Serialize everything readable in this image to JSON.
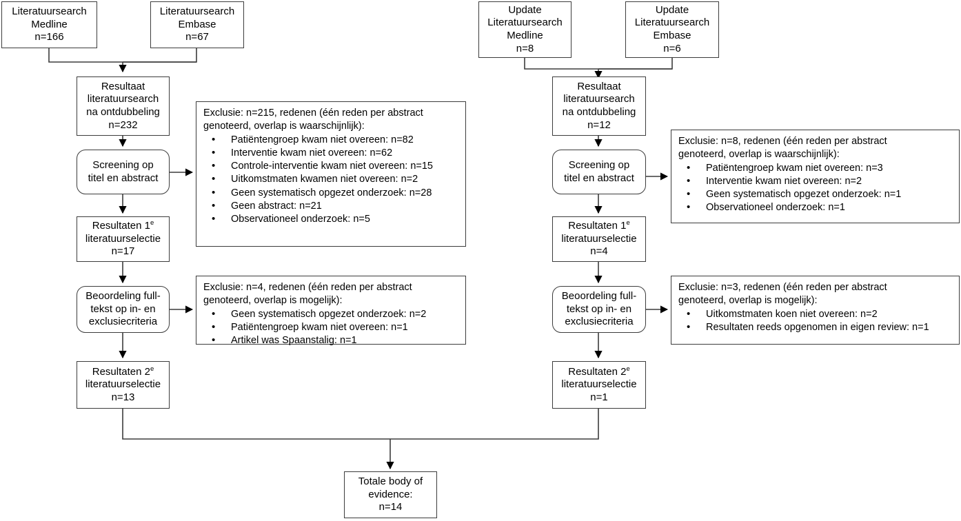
{
  "diagram": {
    "title": "PRISMA literature selection flowchart",
    "line_color": "#3b3b3b",
    "text_color": "#000000",
    "background": "#ffffff"
  },
  "left_branch": {
    "source_medline": {
      "l1": "Literatuursearch",
      "l2": "Medline",
      "l3": "n=166"
    },
    "source_embase": {
      "l1": "Literatuursearch",
      "l2": "Embase",
      "l3": "n=67"
    },
    "dedup": {
      "l1": "Resultaat",
      "l2": "literatuursearch",
      "l3": "na ontdubbeling",
      "l4": "n=232"
    },
    "screening": {
      "l1": "Screening op",
      "l2": "titel en abstract"
    },
    "selection1": {
      "l1a": "Resultaten 1",
      "l1b": "e",
      "l2": "literatuurselectie",
      "l3": "n=17"
    },
    "fulltext": {
      "l1": "Beoordeling full-",
      "l2": "tekst op in- en",
      "l3": "exclusiecriteria"
    },
    "selection2": {
      "l1a": "Resultaten 2",
      "l1b": "e",
      "l2": "literatuurselectie",
      "l3": "n=13"
    },
    "exclusion_screening": {
      "head_l1": "Exclusie: n=215, redenen (één reden per abstract",
      "head_l2": "genoteerd, overlap is waarschijnlijk):",
      "reasons": [
        "Patiëntengroep kwam niet overeen: n=82",
        "Interventie kwam niet overeen: n=62",
        "Controle-interventie kwam niet overeen: n=15",
        "Uitkomstmaten kwamen niet overeen: n=2",
        "Geen systematisch opgezet onderzoek: n=28",
        "Geen abstract: n=21",
        "Observationeel onderzoek: n=5"
      ]
    },
    "exclusion_fulltext": {
      "head_l1": "Exclusie: n=4, redenen (één reden per abstract",
      "head_l2": "genoteerd, overlap is mogelijk):",
      "reasons": [
        "Geen systematisch opgezet onderzoek: n=2",
        "Patiëntengroep kwam niet overeen: n=1",
        "Artikel was Spaanstalig: n=1"
      ]
    }
  },
  "right_branch": {
    "source_medline": {
      "l1": "Update",
      "l2": "Literatuursearch",
      "l3": "Medline",
      "l4": "n=8"
    },
    "source_embase": {
      "l1": "Update",
      "l2": "Literatuursearch",
      "l3": "Embase",
      "l4": "n=6"
    },
    "dedup": {
      "l1": "Resultaat",
      "l2": "literatuursearch",
      "l3": "na ontdubbeling",
      "l4": "n=12"
    },
    "screening": {
      "l1": "Screening op",
      "l2": "titel en abstract"
    },
    "selection1": {
      "l1a": "Resultaten 1",
      "l1b": "e",
      "l2": "literatuurselectie",
      "l3": "n=4"
    },
    "fulltext": {
      "l1": "Beoordeling full-",
      "l2": "tekst op in- en",
      "l3": "exclusiecriteria"
    },
    "selection2": {
      "l1a": "Resultaten 2",
      "l1b": "e",
      "l2": "literatuurselectie",
      "l3": "n=1"
    },
    "exclusion_screening": {
      "head_l1": "Exclusie: n=8, redenen (één reden per abstract",
      "head_l2": "genoteerd, overlap is waarschijnlijk):",
      "reasons": [
        "Patiëntengroep kwam niet overeen: n=3",
        "Interventie kwam niet overeen: n=2",
        "Geen systematisch opgezet onderzoek: n=1",
        "Observationeel onderzoek: n=1"
      ]
    },
    "exclusion_fulltext": {
      "head_l1": "Exclusie: n=3, redenen (één reden per abstract",
      "head_l2": "genoteerd, overlap is mogelijk):",
      "reasons": [
        "Uitkomstmaten koen niet overeen: n=2",
        "Resultaten reeds opgenomen in eigen review: n=1"
      ]
    }
  },
  "total": {
    "l1": "Totale body of",
    "l2": "evidence:",
    "l3": "n=14"
  }
}
